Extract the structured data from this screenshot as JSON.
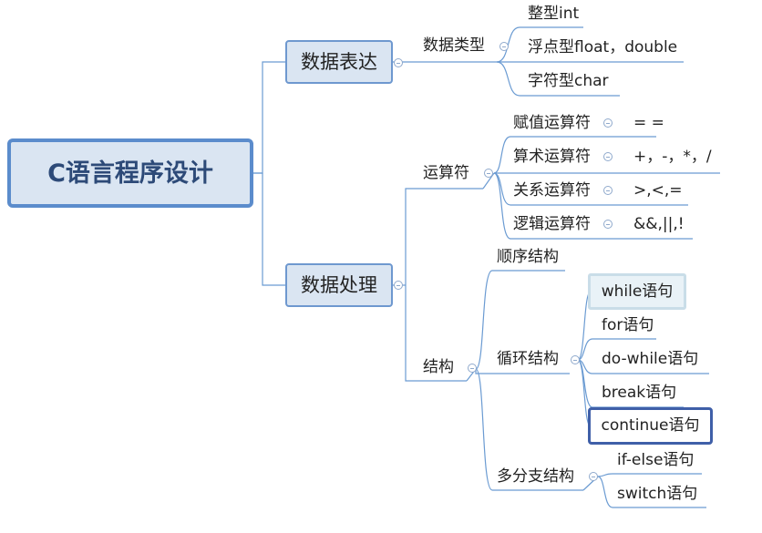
{
  "root": {
    "label": "C语言程序设计"
  },
  "branches": {
    "expression": {
      "label": "数据表达",
      "data_types": {
        "label": "数据类型",
        "items": [
          "整型int",
          "浮点型float，double",
          "字符型char"
        ]
      }
    },
    "processing": {
      "label": "数据处理",
      "operators": {
        "label": "运算符",
        "items": [
          {
            "name": "赋值运算符",
            "value": "= ="
          },
          {
            "name": "算术运算符",
            "value": "+，-，*，/"
          },
          {
            "name": "关系运算符",
            "value": ">,<,="
          },
          {
            "name": "逻辑运算符",
            "value": "&&,||,!"
          }
        ]
      },
      "structures": {
        "label": "结构",
        "sequential": "顺序结构",
        "loop": {
          "label": "循环结构",
          "items": [
            "while语句",
            "for语句",
            "do-while语句",
            "break语句",
            "continue语句"
          ]
        },
        "branch": {
          "label": "多分支结构",
          "items": [
            "if-else语句",
            "switch语句"
          ]
        }
      }
    }
  },
  "colors": {
    "connector": "#6b9bd2",
    "node_fill": "#dae5f2",
    "root_border": "#5b8ccc",
    "highlight_border": "#3f5fa8"
  }
}
